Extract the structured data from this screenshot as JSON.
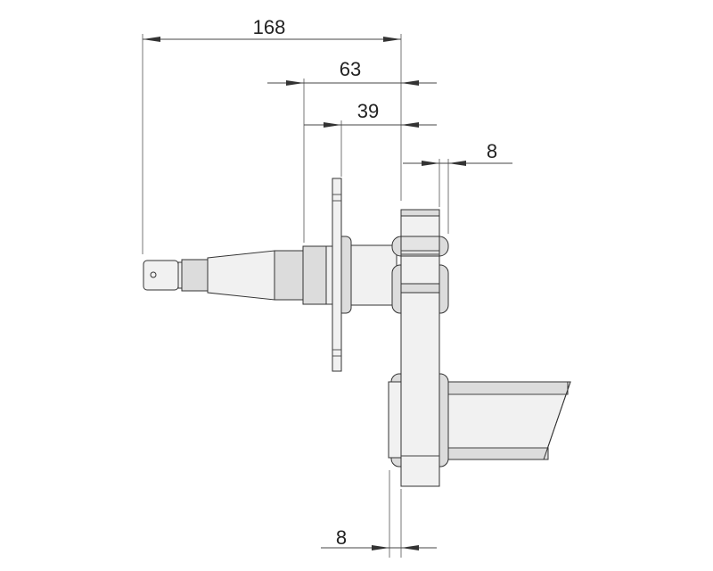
{
  "dimensions": {
    "overall_length": "168",
    "flange_to_arm": "63",
    "plate_to_arm": "39",
    "arm_top_offset": "8",
    "arm_bottom_offset": "8"
  },
  "colors": {
    "part_fill": "#f1f1f1",
    "outline": "#333333"
  }
}
